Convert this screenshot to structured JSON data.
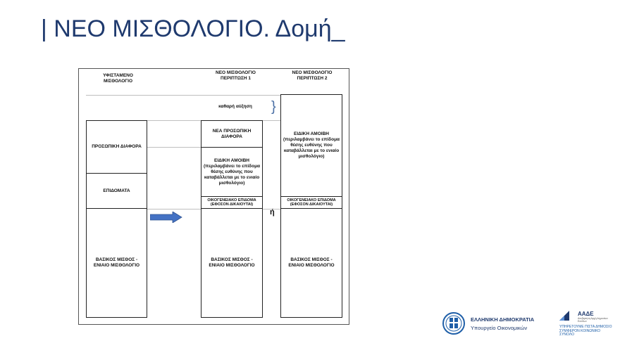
{
  "title": "| ΝΕΟ ΜΙΣΘΟΛΟΓΙΟ. Δομή_",
  "diagram": {
    "headers": {
      "existing": "ΥΦΙΣΤΑΜΕΝΟ ΜΙΣΘΟΛΟΓΙΟ",
      "case1": "ΝΕΟ ΜΙΣΘΟΛΟΓΙΟ ΠΕΡΙΠΤΩΣΗ 1",
      "case2": "ΝΕΟ ΜΙΣΘΟΛΟΓΙΟ ΠΕΡΙΠΤΩΣΗ 2"
    },
    "net_increase": "καθαρή αύξηση",
    "existing_boxes": {
      "personal_diff": "ΠΡΟΣΩΠΙΚΗ ΔΙΑΦΟΡΑ",
      "allowances": "ΕΠΙΔΟΜΑΤΑ",
      "base_salary": "ΒΑΣΙΚΟΣ ΜΙΣΘΟΣ - ΕΝΙΑΙΟ ΜΙΣΘΟΛΟΓΙΟ"
    },
    "case1_boxes": {
      "new_personal_diff": "ΝΕΑ ΠΡΟΣΩΠΙΚΗ ΔΙΑΦΟΡΑ",
      "special_pay": "ΕΙΔΙΚΗ ΑΜΟΙΒΗ (περιλαμβάνει το επίδομα θέσης ευθύνης που καταβάλλεται με το ενιαίο μισθολόγιο)",
      "family_allowance": "ΟΙΚΟΓΕΝΕΙΑΚΟ ΕΠΙΔΟΜΑ (ΕΦΟΣΟΝ ΔΙΚΑΙΟΥΤΑΙ)",
      "base_salary": "ΒΑΣΙΚΟΣ ΜΙΣΘΟΣ - ΕΝΙΑΙΟ ΜΙΣΘΟΛΟΓΙΟ"
    },
    "or_label": "ή",
    "case2_boxes": {
      "special_pay": "ΕΙΔΙΚΗ ΑΜΟΙΒΗ (περιλαμβάνει το επίδομα θέσης ευθύνης που καταβάλλεται με το ενιαίο μισθολόγιο)",
      "family_allowance": "ΟΙΚΟΓΕΝΕΙΑΚΟ ΕΠΙΔΟΜΑ (ΕΦΟΣΟΝ ΔΙΚΑΙΟΥΤΑΙ)",
      "base_salary": "ΒΑΣΙΚΟΣ ΜΙΣΘΟΣ - ΕΝΙΑΙΟ ΜΙΣΘΟΛΟΓΙΟ"
    }
  },
  "logos": {
    "republic_name": "ΕΛΛΗΝΙΚΗ ΔΗΜΟΚΡΑΤΙΑ",
    "ministry": "Υπουργείο Οικονομικών",
    "aade_name": "ΑΑΔΕ",
    "aade_sub": "Ανεξάρτητη Αρχή Δημοσίων Εσόδων",
    "aade_motto": "ΥΠΗΡΕΤΟΥΜΕ ΠΙΣΤΑ ΔΗΜΟΣΙΟ ΣΥΜΦΕΡΟΝ ΚΟΙΝΩΝΙΚΟ ΣΥΝΟΛΟ"
  },
  "colors": {
    "title": "#1f3a6e",
    "arrow": "#4472c4"
  }
}
